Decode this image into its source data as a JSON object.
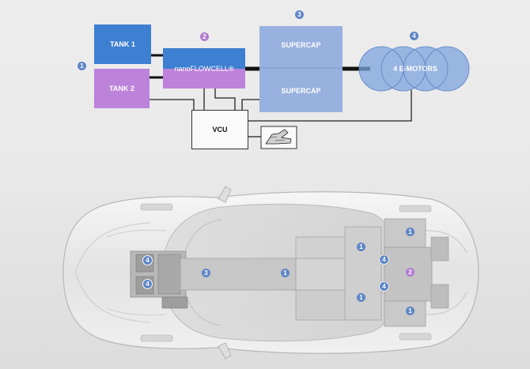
{
  "diagram": {
    "blocks": {
      "tank1": "TANK 1",
      "tank2": "TANK 2",
      "flowcell": "nanoFLOWCELL®",
      "supercap_top": "SUPERCAP",
      "supercap_bottom": "SUPERCAP",
      "motors": "4 E-MOTORS",
      "vcu": "VCU"
    },
    "callouts": {
      "c1": "1",
      "c2": "2",
      "c3": "3",
      "c4": "4"
    }
  },
  "car_markers": {
    "motor_front_left_top": "4",
    "motor_front_left_bottom": "4",
    "supercap_center": "3",
    "tank_center": "1",
    "tank_upper": "1",
    "tank_lower": "1",
    "motor_right_top": "4",
    "motor_right_bottom": "4",
    "tank_rear_top": "1",
    "tank_rear_bottom": "1",
    "flowcell_rear": "2"
  },
  "colors": {
    "tank1": "#3d7fd0",
    "tank2": "#bd82da",
    "flowcell_top": "#3d7fd0",
    "flowcell_bottom": "#bd82da",
    "supercap": "#98b1df",
    "motors": "#6d95d6",
    "badge_blue": "#5f86c6",
    "badge_violet": "#b07bd0"
  }
}
